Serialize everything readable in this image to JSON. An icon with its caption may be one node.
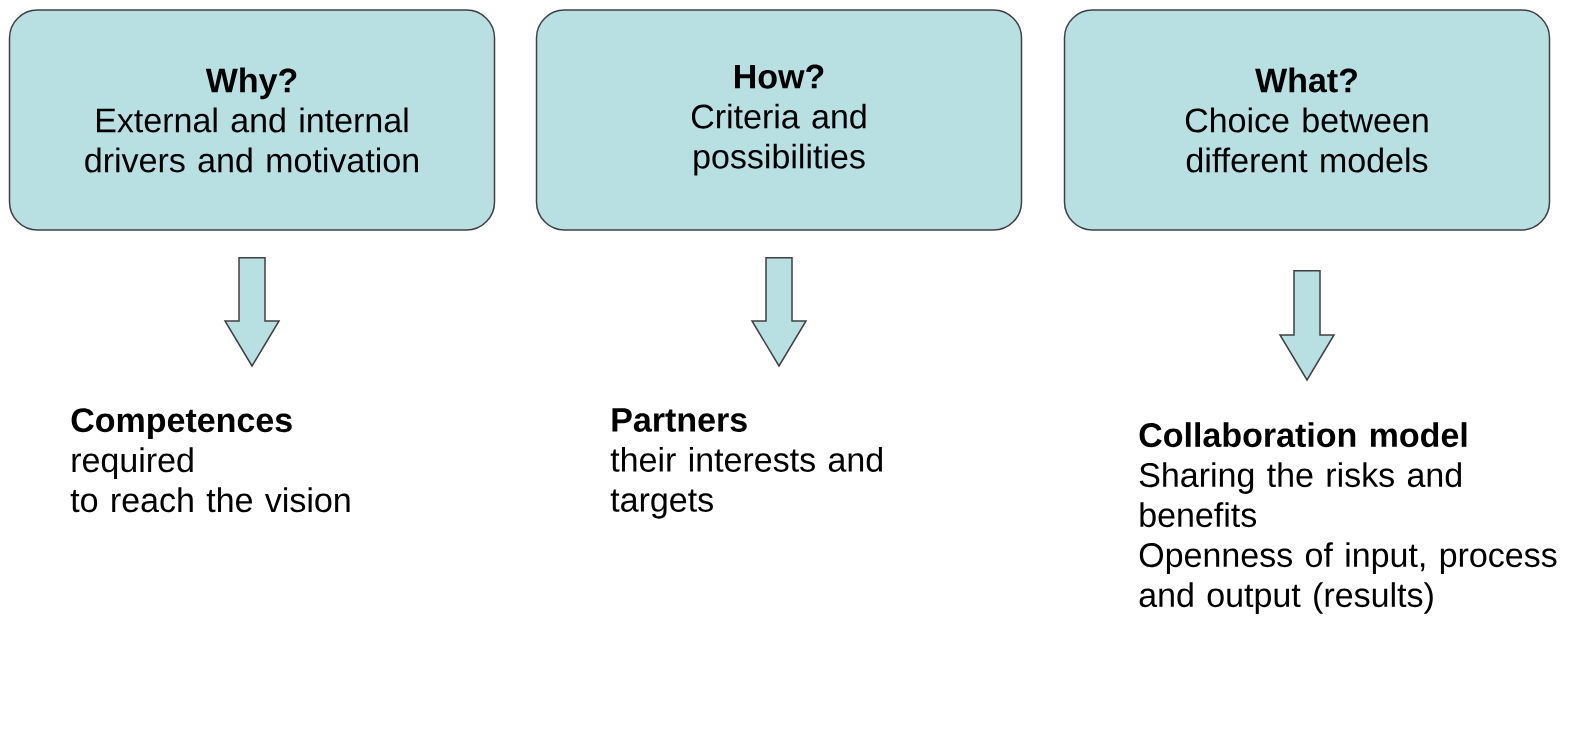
{
  "diagram": {
    "nodes": [
      {
        "text": [
          "Why?",
          "External and internal drivers and motivation"
        ]
      },
      {
        "text": [
          "How?",
          "Criteria and possibilities"
        ]
      },
      {
        "text": [
          "What?",
          "Choice between different models"
        ]
      },
      {
        "text": [
          "Competences",
          "required",
          "to reach the vision"
        ]
      },
      {
        "text": [
          "Partners",
          "their interests and targets"
        ]
      },
      {
        "text": [
          "Collaboration model",
          "Sharing the risks and benefits",
          "Openness of input, process and output (results)"
        ]
      }
    ],
    "edges": [
      {
        "from": 0,
        "to": 3,
        "arrow": "to"
      },
      {
        "from": 1,
        "to": 4,
        "arrow": "to"
      },
      {
        "from": 2,
        "to": 5,
        "arrow": "to"
      }
    ]
  }
}
